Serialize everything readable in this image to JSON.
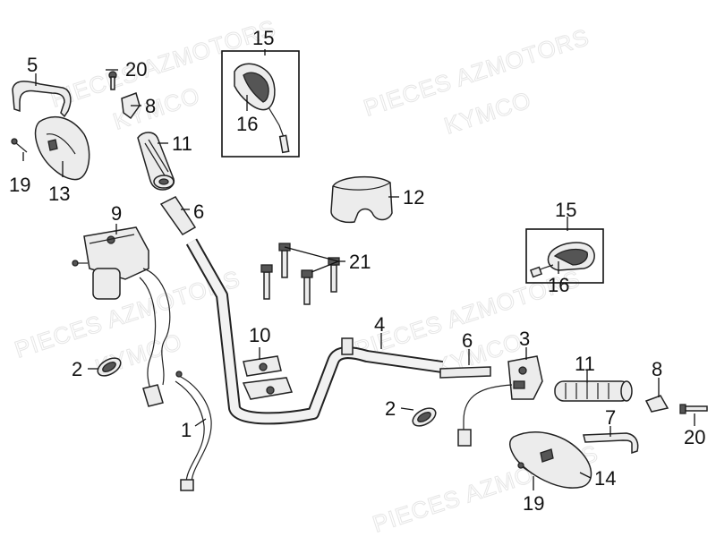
{
  "watermarks": {
    "line1": "PIECES AZMOTORS",
    "line2": "KYMCO"
  },
  "callouts": [
    {
      "id": "c5",
      "label": "5"
    },
    {
      "id": "c20a",
      "label": "20"
    },
    {
      "id": "c8a",
      "label": "8"
    },
    {
      "id": "c19a",
      "label": "19"
    },
    {
      "id": "c13",
      "label": "13"
    },
    {
      "id": "c15a",
      "label": "15"
    },
    {
      "id": "c16a",
      "label": "16"
    },
    {
      "id": "c11a",
      "label": "11"
    },
    {
      "id": "c6a",
      "label": "6"
    },
    {
      "id": "c12",
      "label": "12"
    },
    {
      "id": "c9",
      "label": "9"
    },
    {
      "id": "c21",
      "label": "21"
    },
    {
      "id": "c15b",
      "label": "15"
    },
    {
      "id": "c16b",
      "label": "16"
    },
    {
      "id": "c10",
      "label": "10"
    },
    {
      "id": "c4",
      "label": "4"
    },
    {
      "id": "c2a",
      "label": "2"
    },
    {
      "id": "c6b",
      "label": "6"
    },
    {
      "id": "c3",
      "label": "3"
    },
    {
      "id": "c11b",
      "label": "11"
    },
    {
      "id": "c8b",
      "label": "8"
    },
    {
      "id": "c2b",
      "label": "2"
    },
    {
      "id": "c1",
      "label": "1"
    },
    {
      "id": "c7",
      "label": "7"
    },
    {
      "id": "c14",
      "label": "14"
    },
    {
      "id": "c20b",
      "label": "20"
    },
    {
      "id": "c19b",
      "label": "19"
    }
  ]
}
